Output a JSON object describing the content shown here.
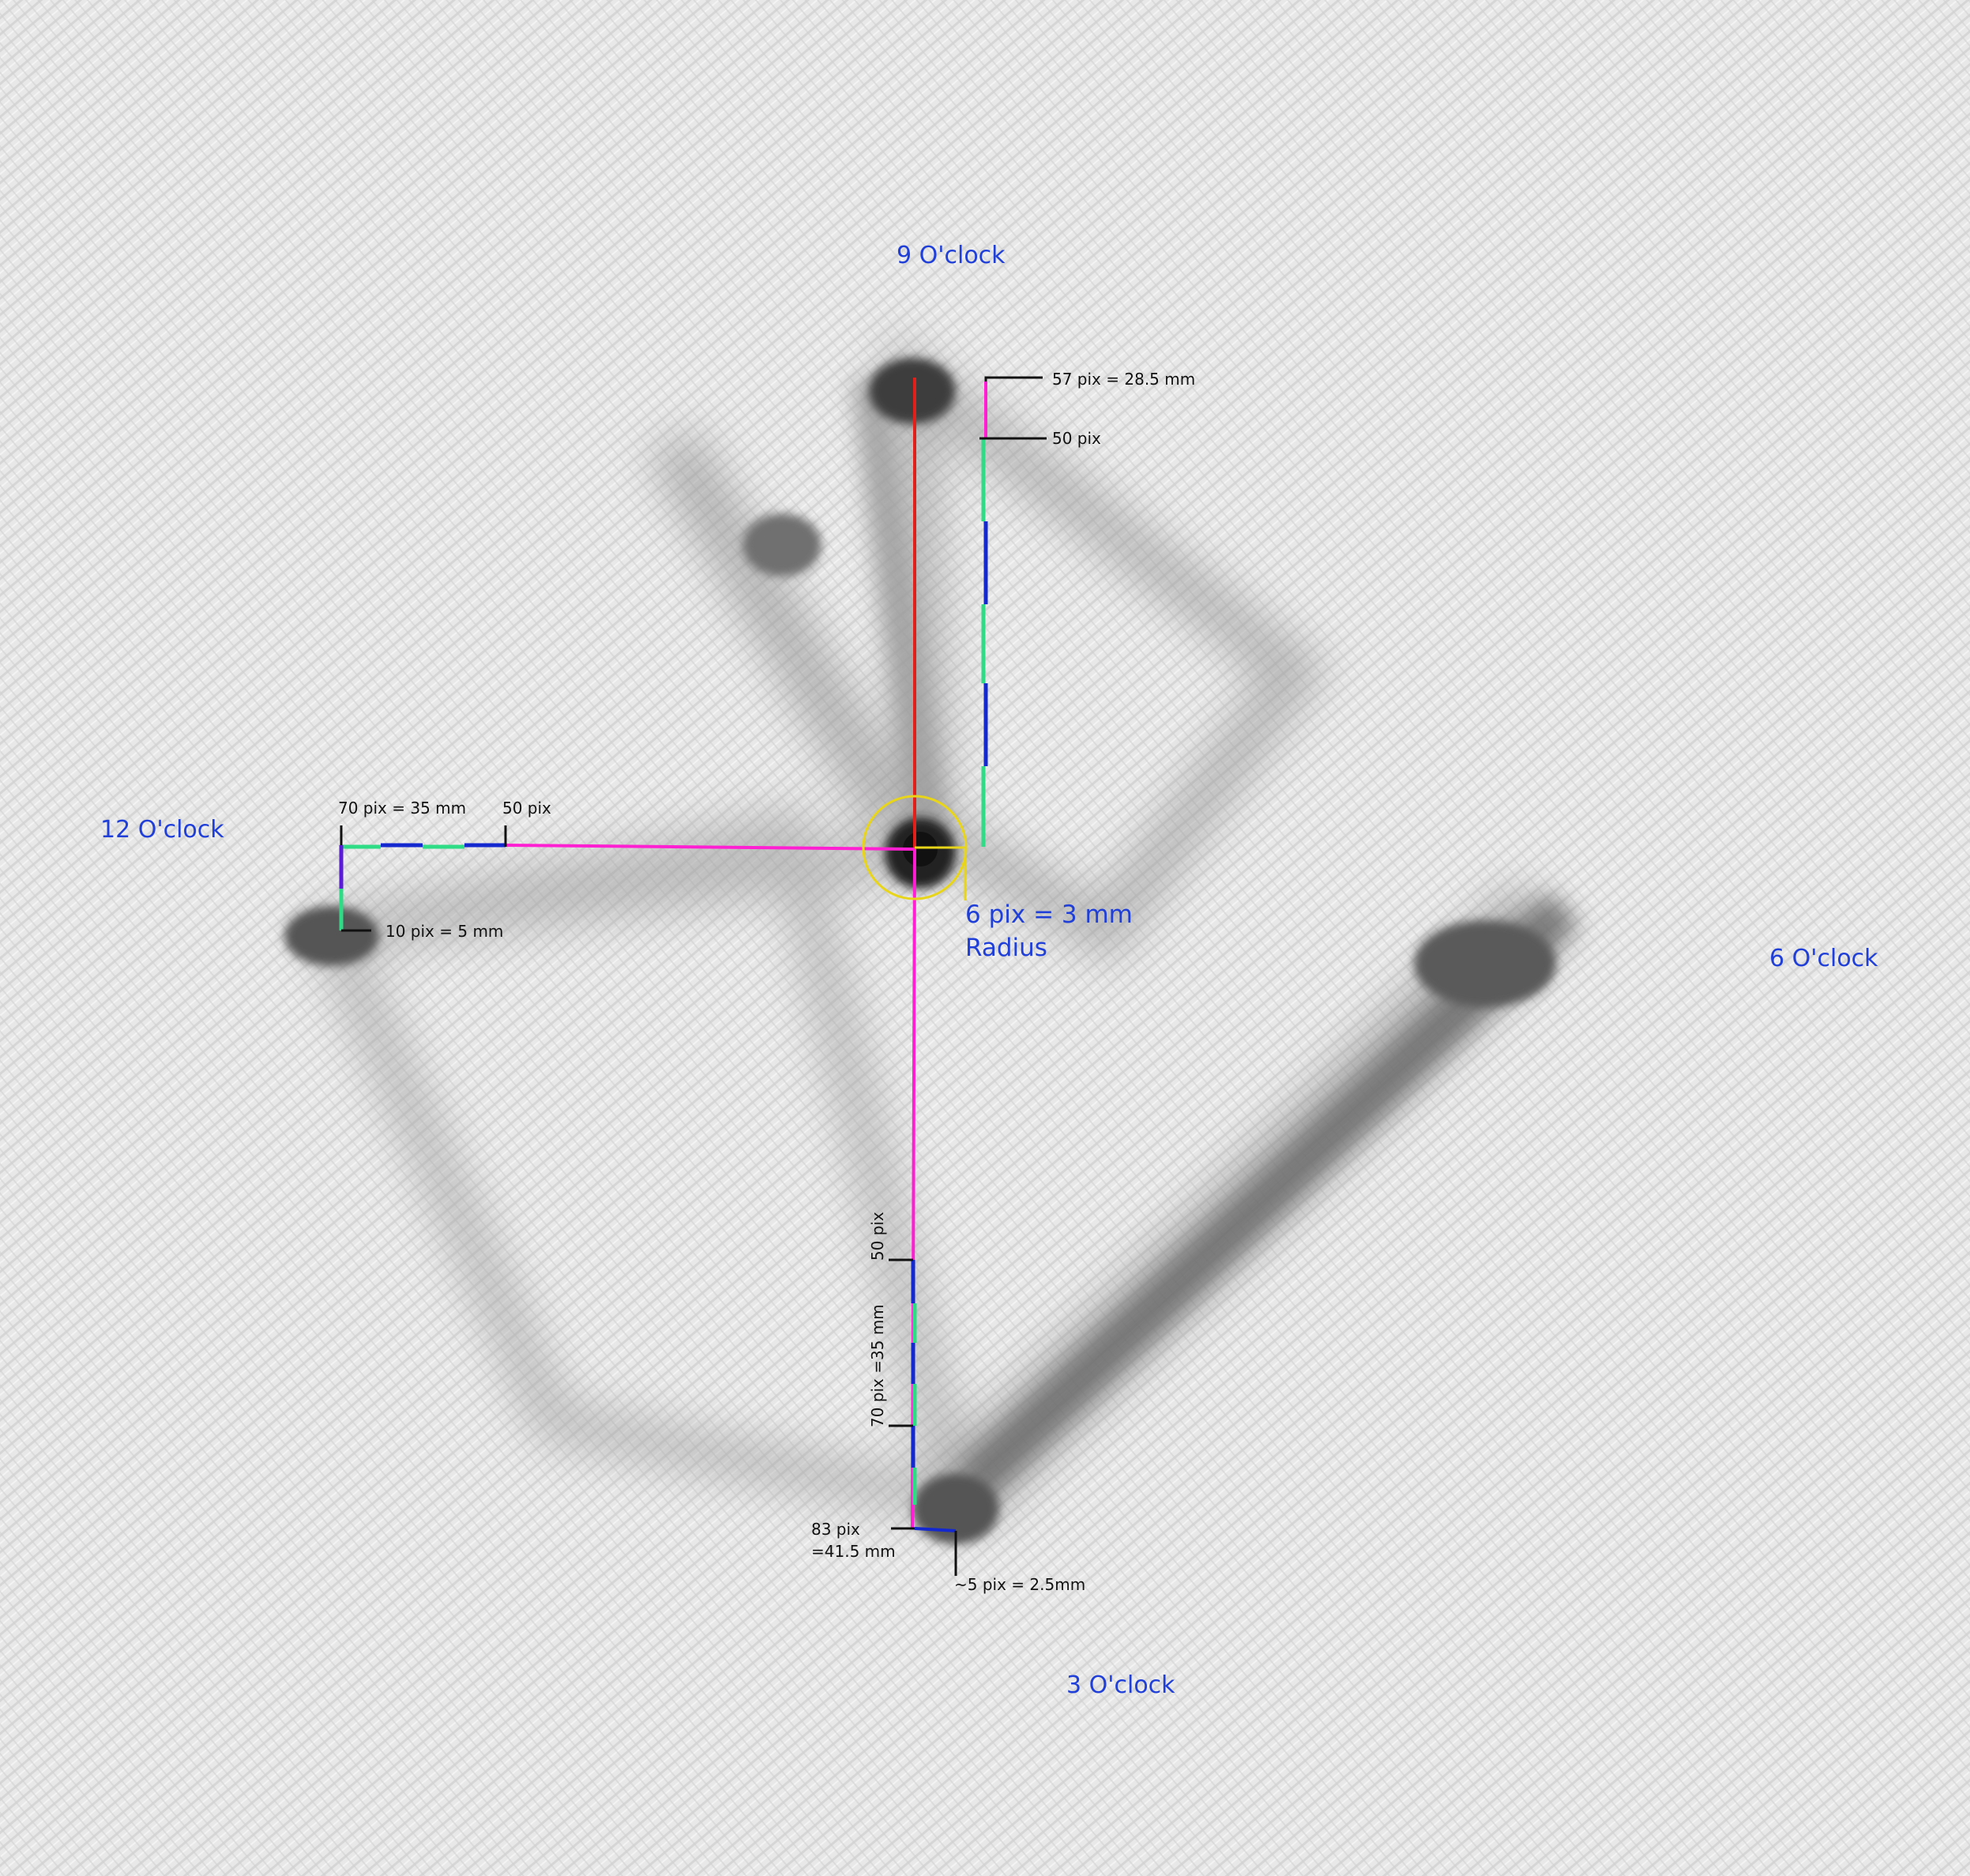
{
  "colors": {
    "background": "#e6e6e6",
    "clock_label": "#1f3fd8",
    "red_line": "#e0201a",
    "magenta_line": "#ff1fd2",
    "green_segment": "#2fdc86",
    "blue_segment": "#1428d0",
    "yellow_circle": "#e8d51a",
    "leader_line": "#111111"
  },
  "clock_labels": {
    "nine": "9 O'clock",
    "twelve": "12 O'clock",
    "six": "6 O'clock",
    "three": "3 O'clock"
  },
  "annotations": {
    "top_total": "57 pix = 28.5 mm",
    "top_50": "50 pix",
    "left_total": "70 pix = 35 mm",
    "left_50": "50 pix",
    "left_offset": "10 pix = 5 mm",
    "radius_value": "6 pix = 3 mm",
    "radius_word": "Radius",
    "bottom_50": "50 pix",
    "bottom_70": "70 pix =35 mm",
    "bottom_total_line1": "83 pix",
    "bottom_total_line2": "=41.5 mm",
    "bottom_offset": "~5 pix = 2.5mm"
  }
}
